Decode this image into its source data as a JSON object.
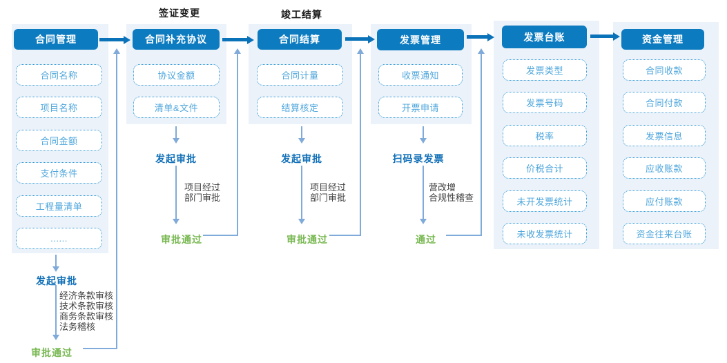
{
  "stages": [
    "签证变更",
    "竣工结算"
  ],
  "columns": [
    {
      "header": "合同管理",
      "items": [
        "合同名称",
        "项目名称",
        "合同金额",
        "支付条件",
        "工程量清单",
        "......"
      ],
      "flow_start": "发起审批",
      "flow_notes": [
        "经济条款审核",
        "技术条款审核",
        "商务条款审核",
        "法务稽核"
      ],
      "flow_end": "审批通过"
    },
    {
      "header": "合同补充协议",
      "items": [
        "协议金额",
        "清单&文件"
      ],
      "flow_start": "发起审批",
      "flow_notes": [
        "项目经过",
        "部门审批"
      ],
      "flow_end": "审批通过"
    },
    {
      "header": "合同结算",
      "items": [
        "合同计量",
        "结算核定"
      ],
      "flow_start": "发起审批",
      "flow_notes": [
        "项目经过",
        "部门审批"
      ],
      "flow_end": "审批通过"
    },
    {
      "header": "发票管理",
      "items": [
        "收票通知",
        "开票申请"
      ],
      "flow_start": "扫码录发票",
      "flow_notes": [
        "营改增",
        "合规性稽查"
      ],
      "flow_end": "通过"
    },
    {
      "header": "发票台账",
      "items": [
        "发票类型",
        "发票号码",
        "税率",
        "价税合计",
        "未开发票统计",
        "未收发票统计"
      ]
    },
    {
      "header": "资金管理",
      "items": [
        "合同收款",
        "合同付款",
        "发票信息",
        "应收账款",
        "应付账款",
        "资金往来台账"
      ]
    }
  ],
  "colors": {
    "header_bg": "#0C7BC0",
    "arrow_primary": "#0A72B8",
    "panel_bg": "#ECF2FA",
    "item_border": "#2E96D5",
    "item_text": "#4EA6DC",
    "flow_start_text": "#1170B8",
    "flow_end_text": "#78B851",
    "connector": "#7FAAD9",
    "note_text": "#3F3F3F",
    "stage_text": "#1A1A1A"
  }
}
